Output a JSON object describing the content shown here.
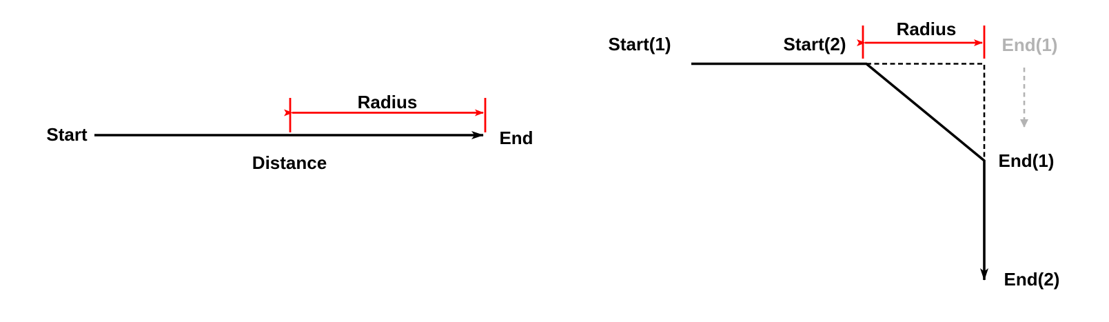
{
  "colors": {
    "ink": "#000000",
    "dimension_red": "#ff0000",
    "ghost_gray": "#b3b3b3",
    "background": "#ffffff"
  },
  "left_diagram": {
    "start_label": "Start",
    "end_label": "End",
    "distance_label": "Distance",
    "radius_label": "Radius"
  },
  "right_diagram": {
    "start1_label": "Start(1)",
    "start2_label": "Start(2)",
    "radius_label": "Radius",
    "end1_ghost_label": "End(1)",
    "end1_label": "End(1)",
    "end2_label": "End(2)"
  }
}
